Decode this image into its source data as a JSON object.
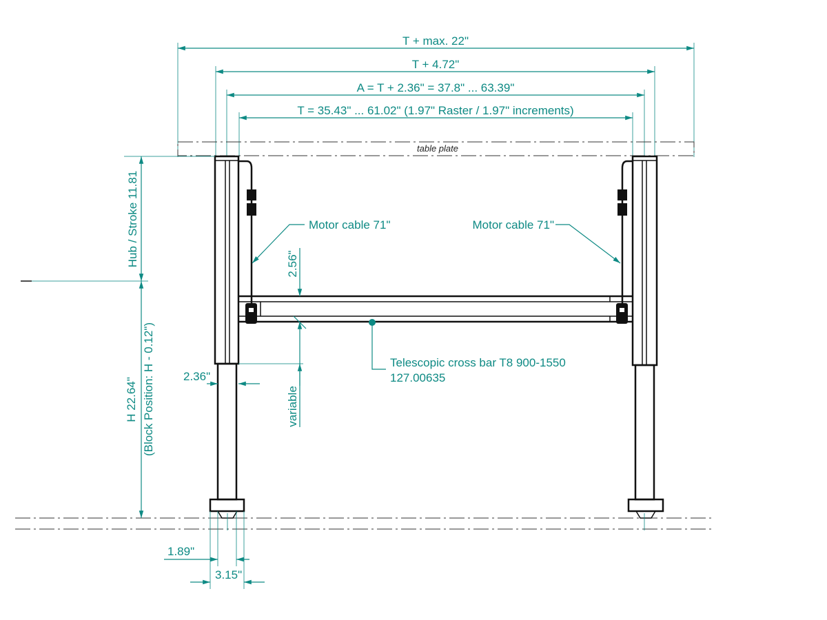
{
  "dimensions": {
    "overall_max": "T + max. 22\"",
    "plus_472": "T + 4.72\"",
    "a_width": "A = T + 2.36\" = 37.8\" ... 63.39\"",
    "t_width": "T = 35.43\" ... 61.02\" (1.97\" Raster / 1.97\" increments)",
    "stroke": "Hub / Stroke 11.81",
    "height": "H 22.64\"",
    "block_position": "(Block Position: H - 0.12\")",
    "crossbar_offset": "2.56\"",
    "variable": "variable",
    "column_width": "2.36\"",
    "leg_width": "1.89\"",
    "foot_width": "3.15\""
  },
  "labels": {
    "table_plate": "table plate",
    "motor_cable_left": "Motor cable 71\"",
    "motor_cable_right": "Motor cable 71\"",
    "crossbar_name": "Telescopic cross bar T8 900-1550",
    "crossbar_part": "127.00635"
  },
  "colors": {
    "dimension": "#0e8a84",
    "outline": "#111111"
  }
}
